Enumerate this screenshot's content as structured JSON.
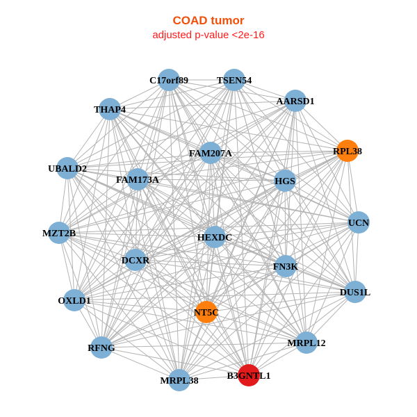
{
  "title": "COAD tumor",
  "subtitle": "adjusted p-value <2e-16",
  "colors": {
    "default": "#7eb0d5",
    "orange": "#ff7f0e",
    "red": "#e31a1c",
    "edge": "#b3b3b3"
  },
  "nodes": [
    {
      "id": "C17orf89",
      "color": "default"
    },
    {
      "id": "TSEN54",
      "color": "default"
    },
    {
      "id": "AARSD1",
      "color": "default"
    },
    {
      "id": "THAP4",
      "color": "default"
    },
    {
      "id": "RPL38",
      "color": "orange"
    },
    {
      "id": "FAM207A",
      "color": "default"
    },
    {
      "id": "UBALD2",
      "color": "default"
    },
    {
      "id": "FAM173A",
      "color": "default"
    },
    {
      "id": "HGS",
      "color": "default"
    },
    {
      "id": "UCN",
      "color": "default"
    },
    {
      "id": "MZT2B",
      "color": "default"
    },
    {
      "id": "HEXDC",
      "color": "default"
    },
    {
      "id": "DCXR",
      "color": "default"
    },
    {
      "id": "FN3K",
      "color": "default"
    },
    {
      "id": "DUS1L",
      "color": "default"
    },
    {
      "id": "OXLD1",
      "color": "default"
    },
    {
      "id": "NT5C",
      "color": "orange"
    },
    {
      "id": "RFNG",
      "color": "default"
    },
    {
      "id": "MRPL12",
      "color": "default"
    },
    {
      "id": "MRPL38",
      "color": "default"
    },
    {
      "id": "B3GNTL1",
      "color": "red"
    }
  ],
  "edges": "all-pairs"
}
